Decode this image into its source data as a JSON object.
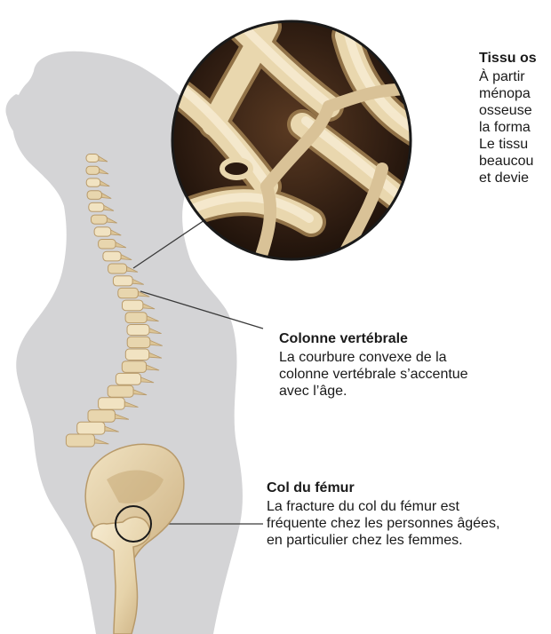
{
  "callouts": {
    "bone_tissue": {
      "title": "Tissu os",
      "lines": [
        "À partir",
        "ménopa",
        "osseuse",
        "la forma",
        "Le tissu",
        "beaucou",
        "et devie"
      ]
    },
    "spine": {
      "title": "Colonne vertébrale",
      "lines": [
        "La courbure convexe de la",
        "colonne vertébrale s’accentue",
        "avec l’âge."
      ]
    },
    "hip": {
      "title": "Col du fémur",
      "lines": [
        "La fracture du col du fémur est",
        "fréquente chez les personnes âgées,",
        "en particulier chez les femmes."
      ]
    }
  },
  "colors": {
    "silhouette": "#d4d4d6",
    "bone_light": "#f3e6c8",
    "bone_mid": "#e2cfa4",
    "bone_shadow": "#b89a6a",
    "bone_interior_dark": "#2b1a10",
    "leader_line": "#3a3a3a",
    "circle_ring": "#1a1a1a"
  }
}
